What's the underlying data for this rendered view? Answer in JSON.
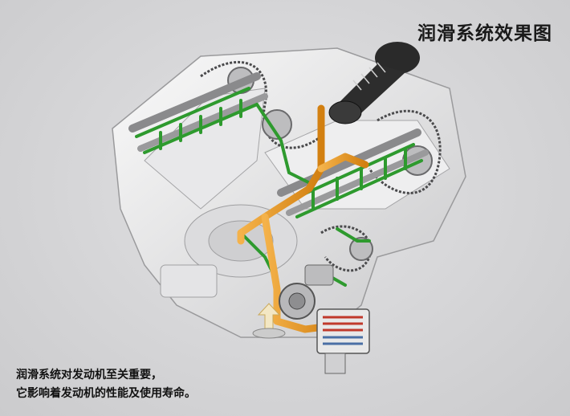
{
  "title": "润滑系统效果图",
  "caption": {
    "line1": "润滑系统对发动机至关重要，",
    "line2": "它影响着发动机的性能及使用寿命。"
  },
  "colors": {
    "background": "#d6d6d8",
    "oil_main_gallery": "#e69a1e",
    "oil_branch": "#2e9a2e",
    "engine_body": "#f2f2f2",
    "oil_cooler": "#c0392b",
    "filter": "#2a2a2a"
  },
  "illustration": {
    "subject": "V-engine cutaway with lubrication circuit",
    "icons": [
      "engine-block",
      "camshaft",
      "timing-chain",
      "oil-filter",
      "oil-pump",
      "oil-cooler",
      "oil-pickup-arrow"
    ]
  }
}
